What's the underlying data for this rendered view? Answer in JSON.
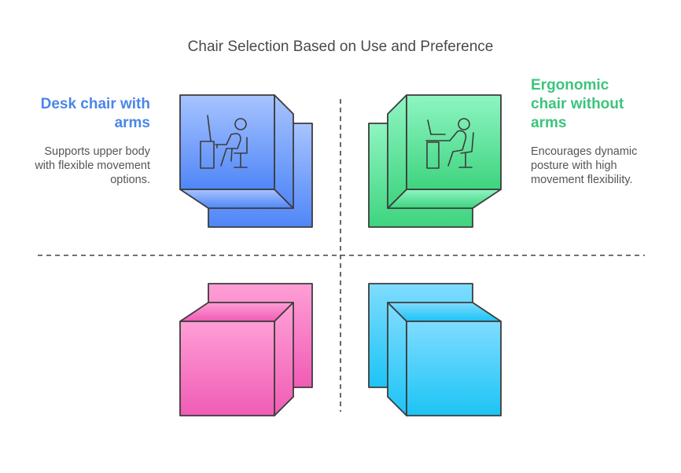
{
  "title": "Chair Selection Based on Use and Preference",
  "quadrants": {
    "top_left": {
      "heading": "Desk chair with arms",
      "description": "Supports upper body with flexible movement options.",
      "icon": "person-at-desk-icon",
      "gradient": [
        "#a8c4ff",
        "#4f86f7"
      ],
      "heading_color": "#4a86e8"
    },
    "top_right": {
      "heading": "Ergonomic chair without arms",
      "description": "Encourages dynamic posture with high movement flexibility.",
      "icon": "person-at-desk-icon",
      "gradient": [
        "#8ff5c2",
        "#3ed47f"
      ],
      "heading_color": "#3cc47c"
    },
    "bottom_left": {
      "gradient": [
        "#ff9fd6",
        "#f05cb5"
      ]
    },
    "bottom_right": {
      "gradient": [
        "#7fdcff",
        "#1cc4f5"
      ]
    }
  }
}
